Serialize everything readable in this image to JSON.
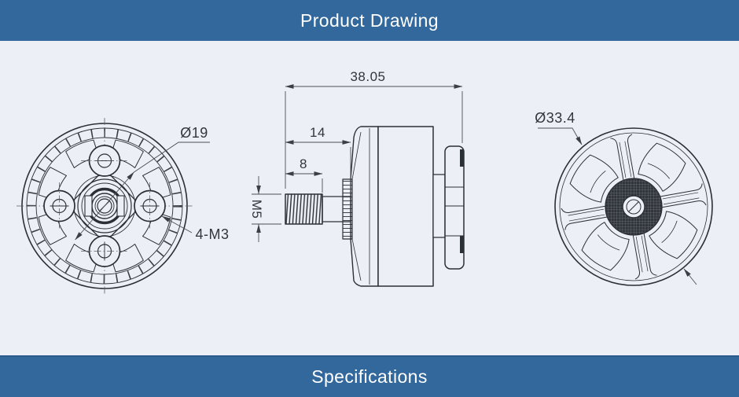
{
  "header": {
    "title": "Product Drawing"
  },
  "footer": {
    "title": "Specifications"
  },
  "theme": {
    "accent_blue": "#33689D",
    "canvas_background": "#ECF0F6",
    "drawing_line": "#2B2F36",
    "dimension_line": "#4A4E55",
    "text_color": "#32363C"
  },
  "drawing": {
    "front_view": {
      "bolt_circle_diameter": "Ø19",
      "mount_hole_spec": "4-M3"
    },
    "side_view": {
      "overall_length": "38.05",
      "shaft_length": "14",
      "thread_length": "8",
      "thread_spec": "M5"
    },
    "back_view": {
      "outer_diameter": "Ø33.4"
    }
  }
}
